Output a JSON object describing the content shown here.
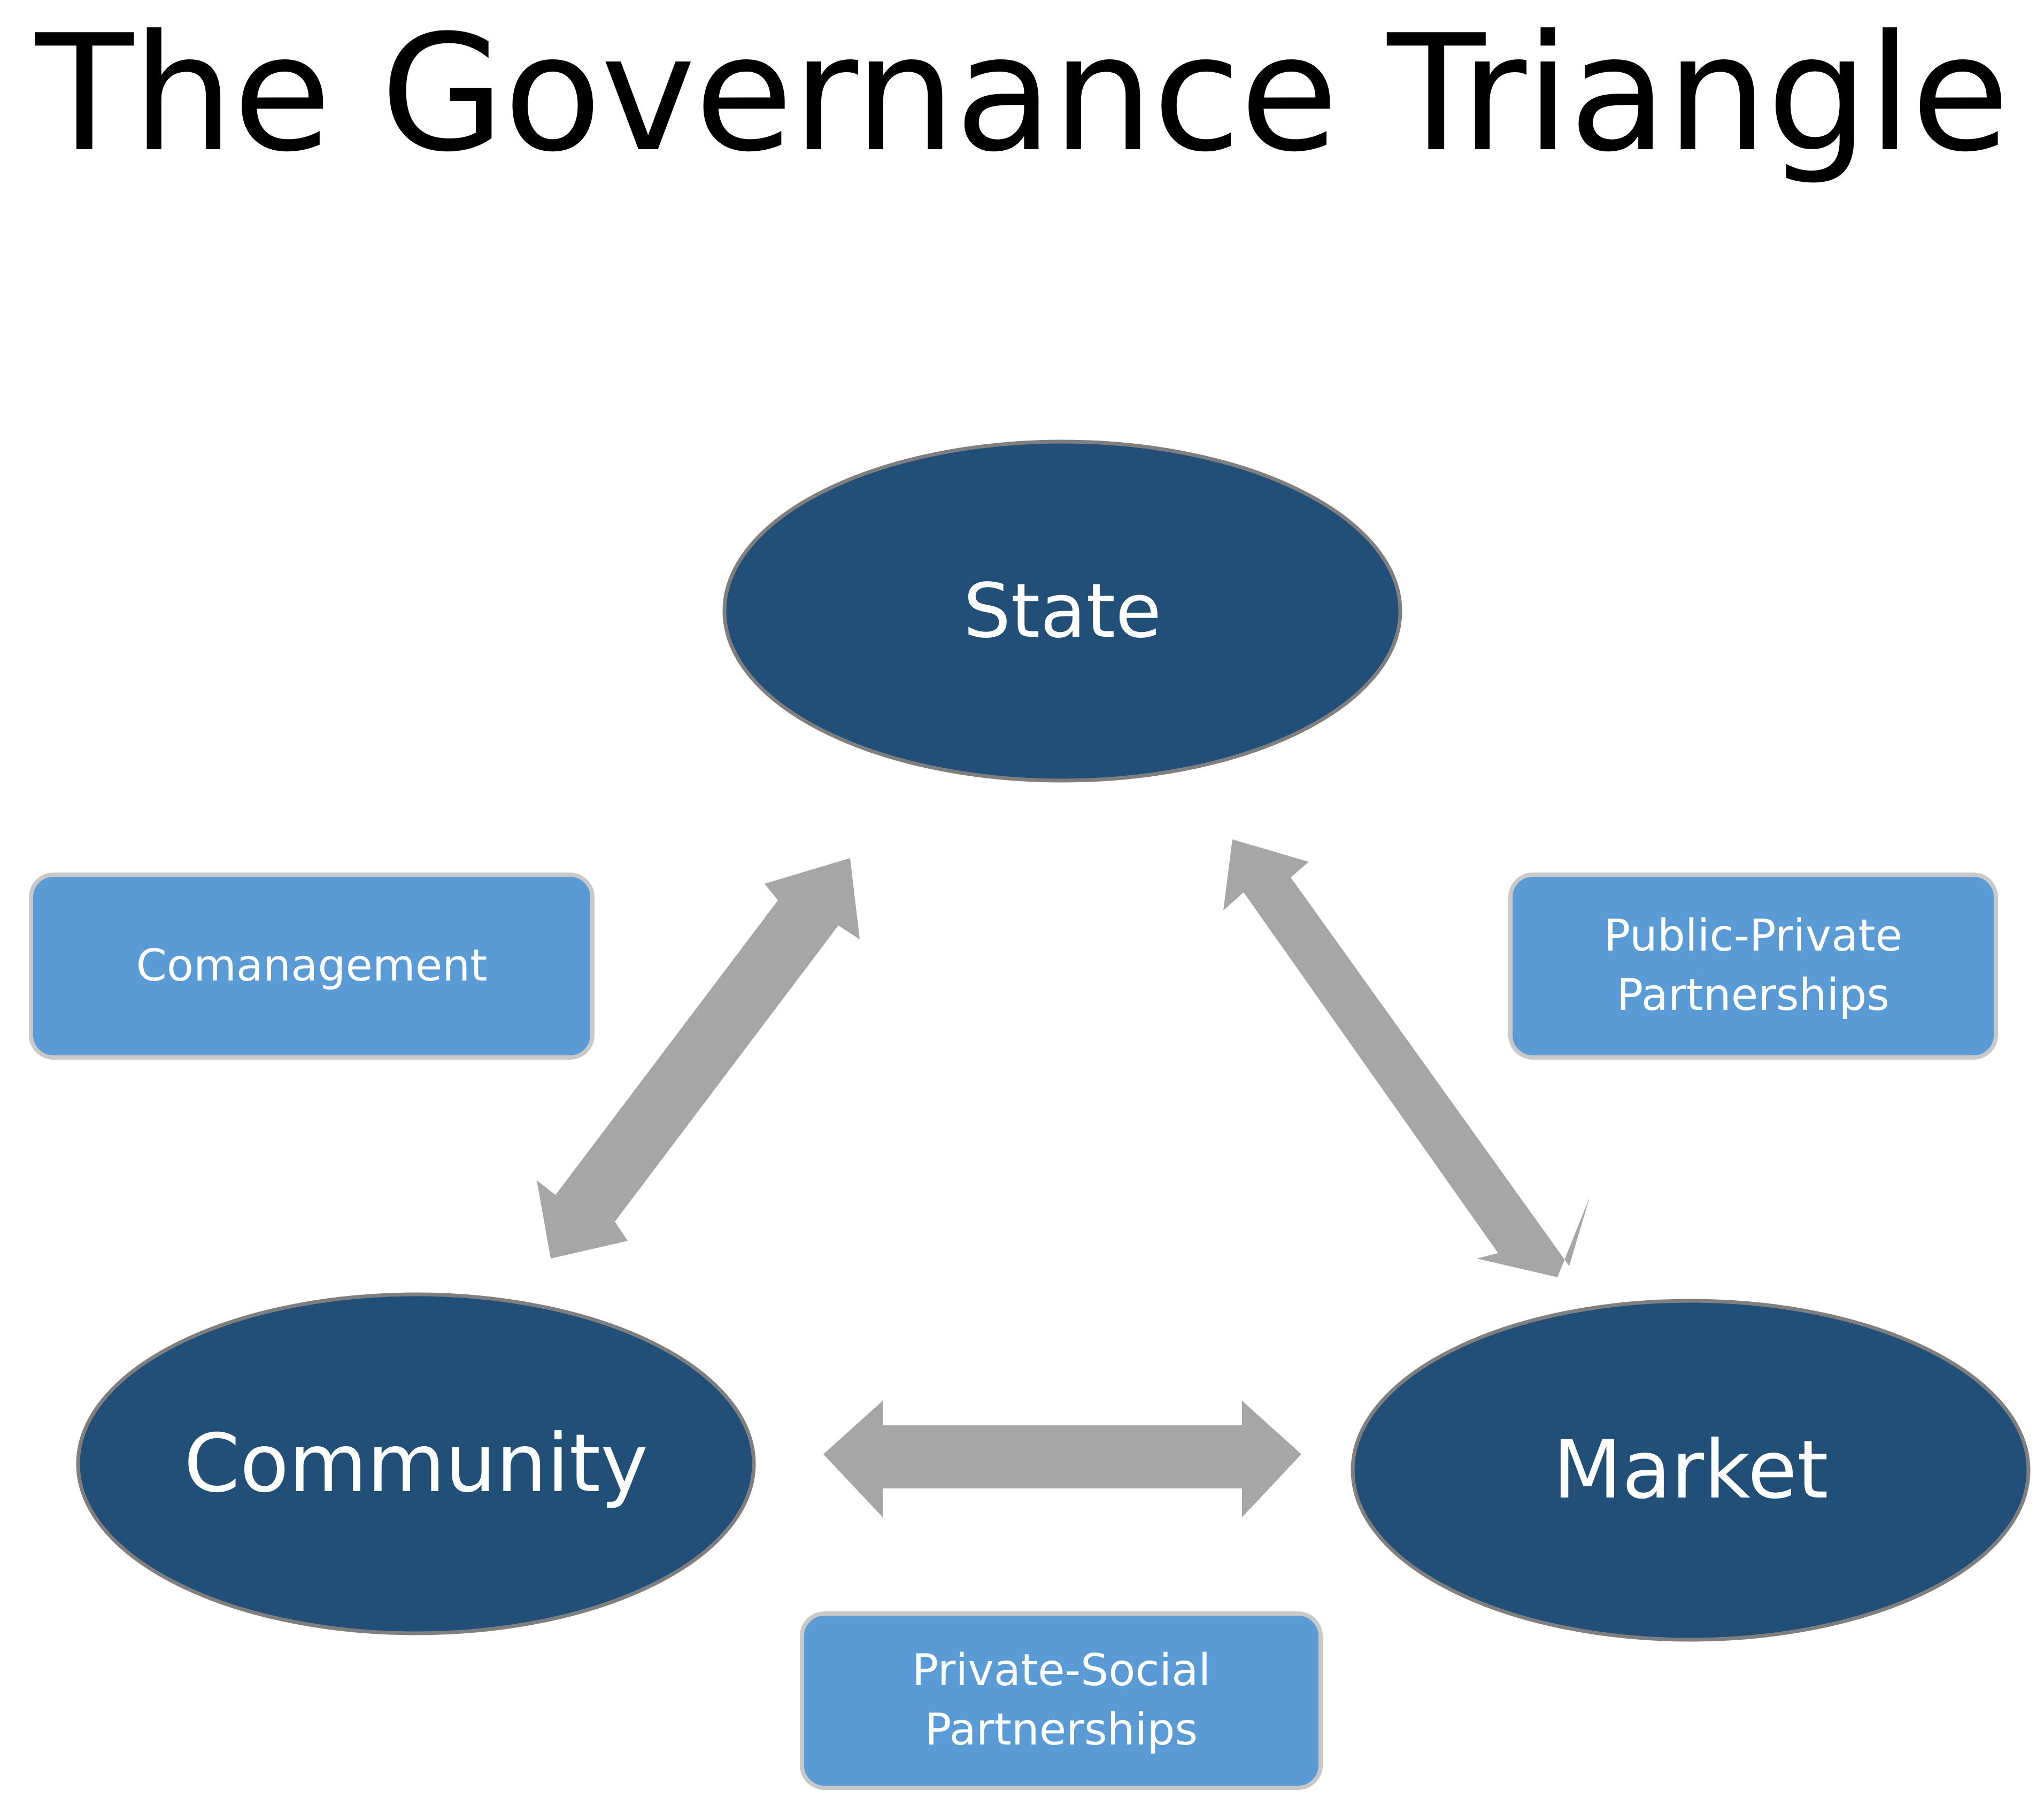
{
  "title": "The Governance Triangle",
  "colors": {
    "node_fill": "#224F78",
    "node_stroke": "#7F7F7F",
    "box_fill": "#5B9BD5",
    "box_stroke": "#C9C9C9",
    "arrow_fill": "#A6A6A6",
    "text_light": "#FFFFFF"
  },
  "nodes": {
    "state": {
      "label": "State"
    },
    "community": {
      "label": "Community"
    },
    "market": {
      "label": "Market"
    }
  },
  "relations": {
    "comanagement": {
      "label": "Comanagement"
    },
    "public_private": {
      "label": "Public-Private\nPartnerships"
    },
    "private_social": {
      "label": "Private-Social\nPartnerships"
    }
  }
}
